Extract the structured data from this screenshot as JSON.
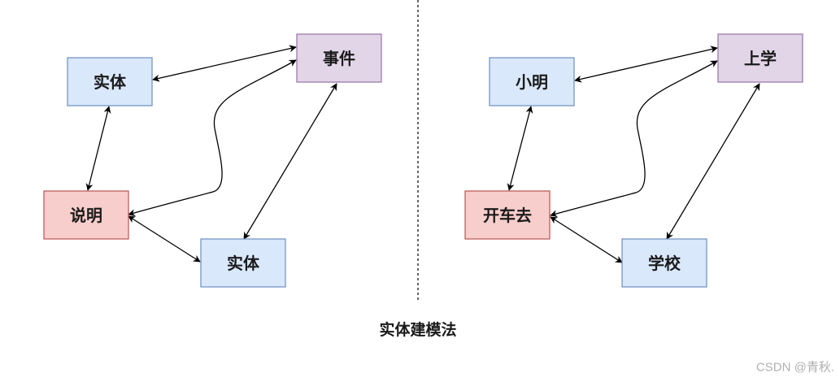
{
  "colors": {
    "blue_fill": "#dae8fc",
    "blue_stroke": "#6c8ebf",
    "purple_fill": "#e1d5e7",
    "purple_stroke": "#9673a6",
    "red_fill": "#f8cecc",
    "red_stroke": "#b85450"
  },
  "left": {
    "entity_top": "实体",
    "event": "事件",
    "description": "说明",
    "entity_bottom": "实体"
  },
  "right": {
    "entity_top": "小明",
    "event": "上学",
    "description": "开车去",
    "entity_bottom": "学校"
  },
  "caption": "实体建模法",
  "watermark": "CSDN @青秋."
}
